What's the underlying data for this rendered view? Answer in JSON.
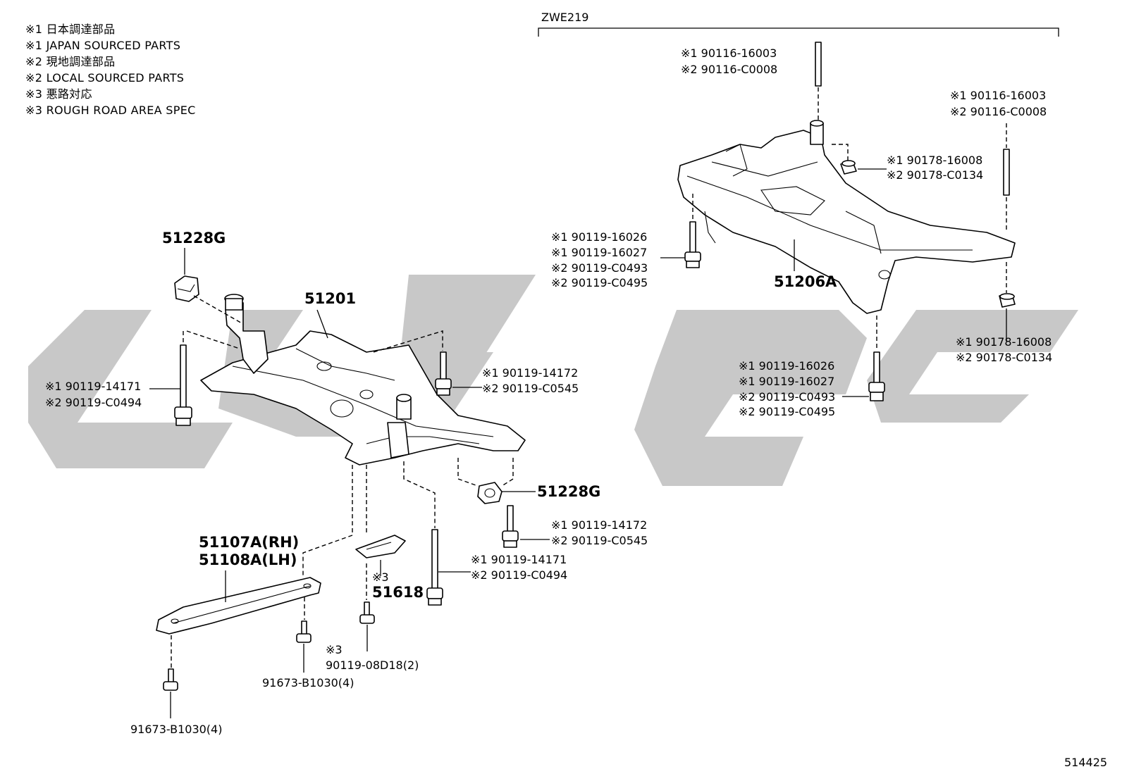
{
  "legend": [
    "※1 日本調達部品",
    "※1 JAPAN SOURCED PARTS",
    "※2 現地調達部品",
    "※2 LOCAL SOURCED PARTS",
    "※3 悪路対応",
    "※3 ROUGH ROAD AREA SPEC"
  ],
  "model_bracket_label": "ZWE219",
  "figure_number": "514425",
  "watermark_color": "#c8c8c8",
  "parts": {
    "bushing_top": "51228G",
    "front_crossmember": "51201",
    "bushing_right": "51228G",
    "brace": [
      "51107A(RH)",
      "51108A(LH)"
    ],
    "cover_note": "※3",
    "cover": "51618",
    "rear_crossmember": "51206A"
  },
  "callouts": {
    "front_left_bolt": [
      "※1 90119-14171",
      "※2 90119-C0494"
    ],
    "front_upper_bolt": [
      "※1 90119-14172",
      "※2 90119-C0545"
    ],
    "front_lower_bolt1": [
      "※1 90119-14172",
      "※2 90119-C0545"
    ],
    "front_lower_bolt2": [
      "※1 90119-14171",
      "※2 90119-C0494"
    ],
    "cover_bolt": [
      "※3",
      "90119-08D18(2)"
    ],
    "brace_bolt1": "91673-B1030(4)",
    "brace_bolt2": "91673-B1030(4)",
    "rear_stud_left": [
      "※1 90116-16003",
      "※2 90116-C0008"
    ],
    "rear_stud_right": [
      "※1 90116-16003",
      "※2 90116-C0008"
    ],
    "rear_nut_upper": [
      "※1 90178-16008",
      "※2 90178-C0134"
    ],
    "rear_nut_lower": [
      "※1 90178-16008",
      "※2 90178-C0134"
    ],
    "rear_bolt_left": [
      "※1 90119-16026",
      "※1 90119-16027",
      "※2 90119-C0493",
      "※2 90119-C0495"
    ],
    "rear_bolt_center": [
      "※1 90119-16026",
      "※1 90119-16027",
      "※2 90119-C0493",
      "※2 90119-C0495"
    ]
  }
}
